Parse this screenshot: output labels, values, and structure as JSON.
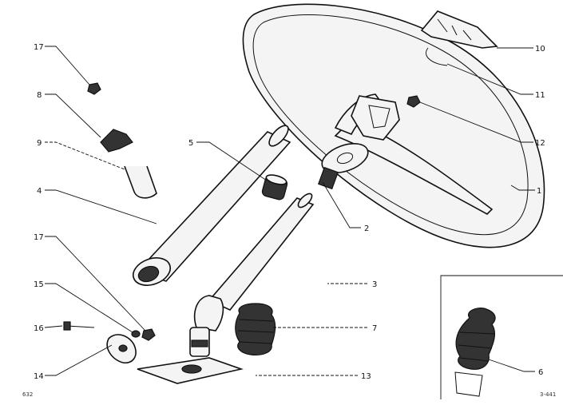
{
  "figure": {
    "page_code": "632",
    "drawing_code": "3-441"
  },
  "callouts": {
    "c1": "1",
    "c2": "2",
    "c3": "3",
    "c4": "4",
    "c5": "5",
    "c6": "6",
    "c7": "7",
    "c8": "8",
    "c9": "9",
    "c10": "10",
    "c11": "11",
    "c12": "12",
    "c13": "13",
    "c14": "14",
    "c15": "15",
    "c16": "16",
    "c17a": "17",
    "c17b": "17"
  },
  "colors": {
    "ink": "#111111",
    "paper": "#ffffff",
    "shade": "#333333"
  }
}
